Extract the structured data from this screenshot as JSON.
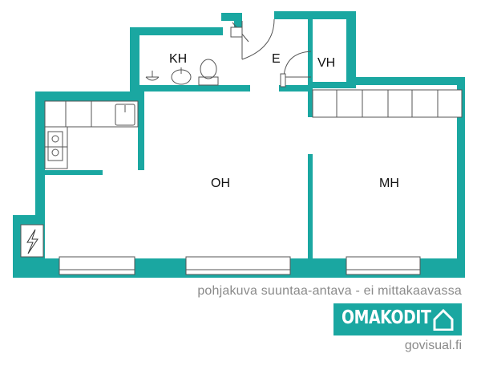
{
  "rooms": {
    "kh": "KH",
    "e": "E",
    "vh": "VH",
    "oh": "OH",
    "mh": "MH"
  },
  "caption": "pohjakuva suuntaa-antava - ei mittakaavassa",
  "brand": {
    "name": "OMAKODIT",
    "icon": "house-icon",
    "color": "#1aa7a1"
  },
  "website": "govisual.fi",
  "colors": {
    "wall": "#1aa7a1",
    "window": "#ffffff",
    "fixture": "#555555"
  }
}
